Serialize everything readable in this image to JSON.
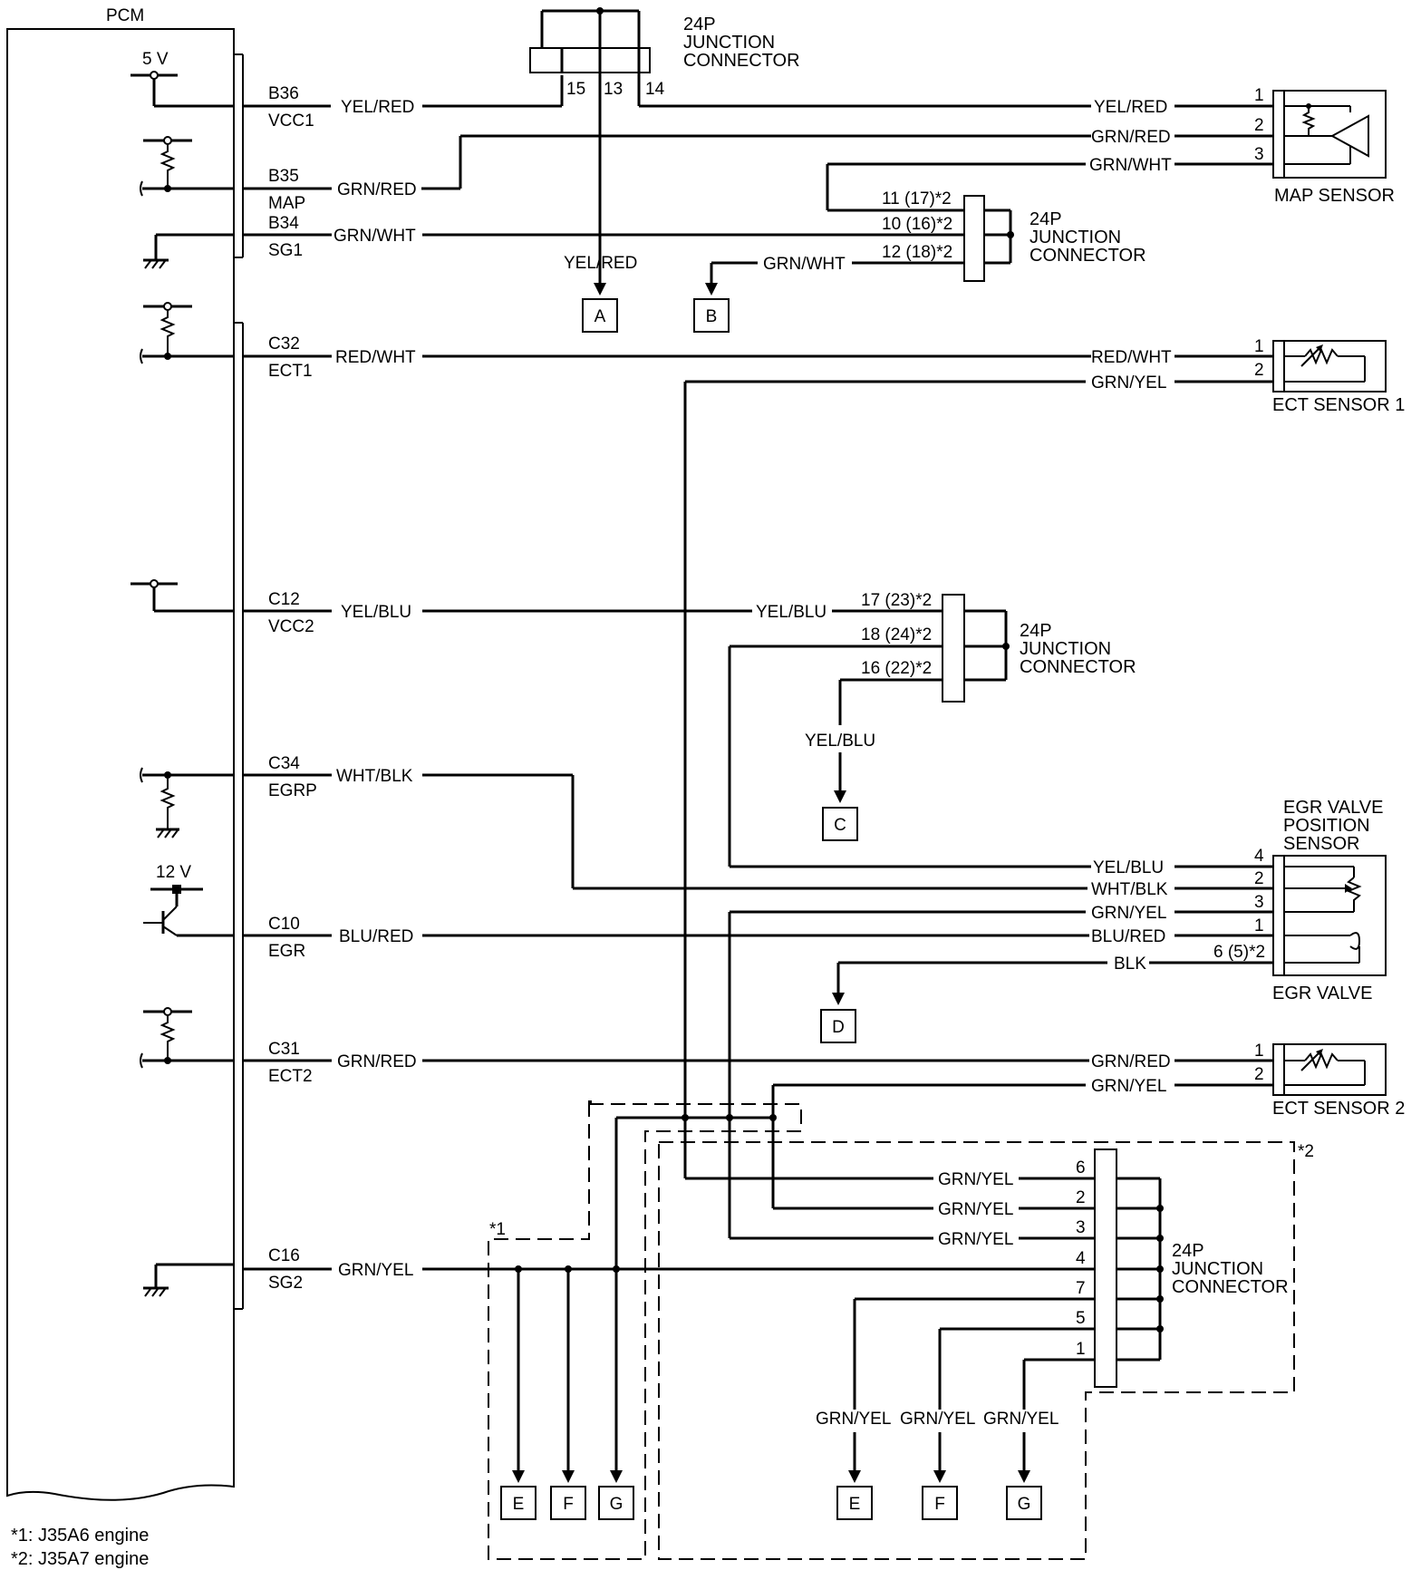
{
  "pcm": {
    "label": "PCM"
  },
  "supply": {
    "v5": "5 V",
    "v12": "12 V"
  },
  "pins": {
    "b36": {
      "pin": "B36",
      "name": "VCC1",
      "wire": "YEL/RED"
    },
    "b35": {
      "pin": "B35",
      "name": "MAP",
      "wire": "GRN/RED"
    },
    "b34": {
      "pin": "B34",
      "name": "SG1",
      "wire": "GRN/WHT"
    },
    "c32": {
      "pin": "C32",
      "name": "ECT1",
      "wire": "RED/WHT"
    },
    "c12": {
      "pin": "C12",
      "name": "VCC2",
      "wire": "YEL/BLU"
    },
    "c34": {
      "pin": "C34",
      "name": "EGRP",
      "wire": "WHT/BLK"
    },
    "c10": {
      "pin": "C10",
      "name": "EGR",
      "wire": "BLU/RED"
    },
    "c31": {
      "pin": "C31",
      "name": "ECT2",
      "wire": "GRN/RED"
    },
    "c16": {
      "pin": "C16",
      "name": "SG2",
      "wire": "GRN/YEL"
    }
  },
  "jc_top": {
    "line1": "24P",
    "line2": "JUNCTION",
    "line3": "CONNECTOR",
    "pins": [
      "15",
      "13",
      "14"
    ],
    "wire_down": "YEL/RED"
  },
  "jc_mid1": {
    "line1": "24P",
    "line2": "JUNCTION",
    "line3": "CONNECTOR",
    "pins": [
      "11 (17)*2",
      "10 (16)*2",
      "12 (18)*2"
    ],
    "wire_out": "GRN/WHT"
  },
  "jc_mid2": {
    "line1": "24P",
    "line2": "JUNCTION",
    "line3": "CONNECTOR",
    "pins": [
      "17 (23)*2",
      "18 (24)*2",
      "16 (22)*2"
    ],
    "wire_in": "YEL/BLU",
    "wire_down": "YEL/BLU"
  },
  "jc_bottom": {
    "line1": "24P",
    "line2": "JUNCTION",
    "line3": "CONNECTOR",
    "pins": [
      "6",
      "2",
      "3",
      "4",
      "7",
      "5",
      "1"
    ],
    "wires": [
      "GRN/YEL",
      "GRN/YEL",
      "GRN/YEL"
    ],
    "out_wires": [
      "GRN/YEL",
      "GRN/YEL",
      "GRN/YEL"
    ]
  },
  "map_sensor": {
    "label": "MAP SENSOR",
    "pins": [
      "1",
      "2",
      "3"
    ],
    "wires": [
      "YEL/RED",
      "GRN/RED",
      "GRN/WHT"
    ]
  },
  "ect1": {
    "label": "ECT SENSOR 1",
    "pins": [
      "1",
      "2"
    ],
    "wires": [
      "RED/WHT",
      "GRN/YEL"
    ]
  },
  "egr_pos": {
    "line1": "EGR VALVE",
    "line2": "POSITION",
    "line3": "SENSOR",
    "pins": [
      "4",
      "2",
      "3",
      "1",
      "6 (5)*2"
    ],
    "wires": [
      "YEL/BLU",
      "WHT/BLK",
      "GRN/YEL",
      "BLU/RED",
      "BLK"
    ],
    "valve_label": "EGR VALVE"
  },
  "ect2": {
    "label": "ECT SENSOR 2",
    "pins": [
      "1",
      "2"
    ],
    "wires": [
      "GRN/RED",
      "GRN/YEL"
    ]
  },
  "refs": {
    "a": "A",
    "b": "B",
    "c": "C",
    "d": "D",
    "e": "E",
    "f": "F",
    "g": "G"
  },
  "variants": {
    "v1": "*1",
    "v2": "*2"
  },
  "footnotes": [
    "*1: J35A6 engine",
    "*2: J35A7 engine"
  ]
}
